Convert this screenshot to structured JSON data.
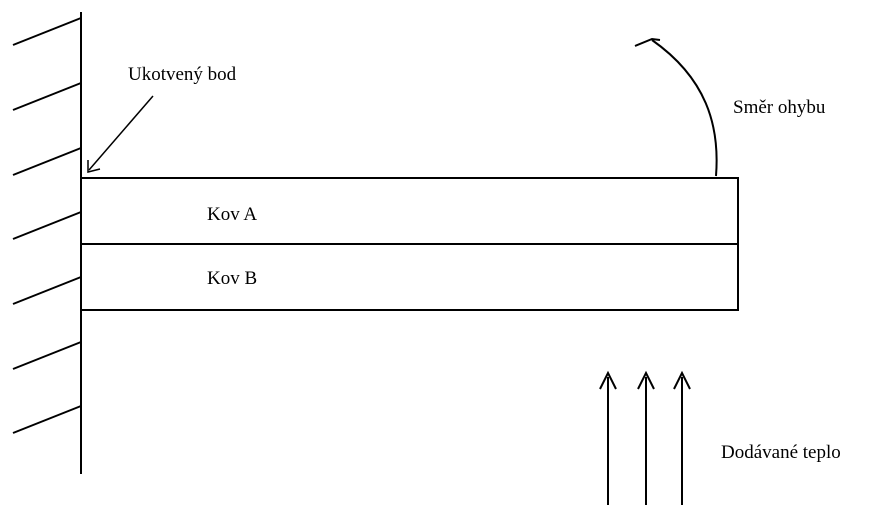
{
  "diagram": {
    "labels": {
      "anchor_point": "Ukotvený bod",
      "bend_direction": "Směr ohybu",
      "metal_a": "Kov A",
      "metal_b": "Kov B",
      "heat_supplied": "Dodávané teplo"
    },
    "colors": {
      "stroke": "#000000",
      "background": "#ffffff"
    },
    "icons": {
      "anchor_arrow": "arrow-down-left-icon",
      "bend_arrow": "curved-arrow-up-icon",
      "heat_arrows": "arrow-up-icon"
    }
  }
}
